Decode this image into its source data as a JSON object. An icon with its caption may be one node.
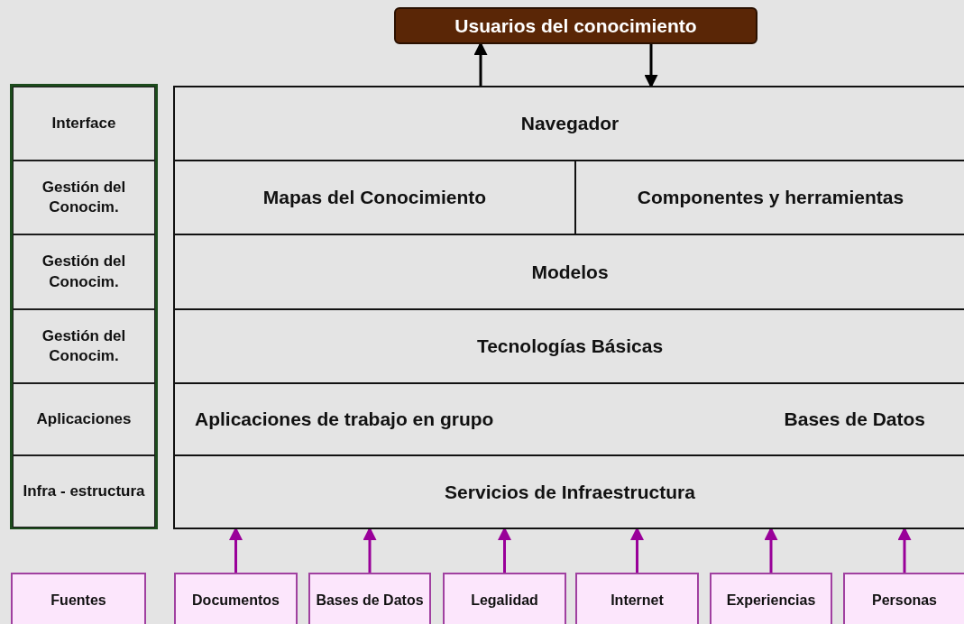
{
  "diagram": {
    "nodes": [
      {
        "text": [
          "Usuarios del conocimiento"
        ]
      },
      {
        "text": [
          "Interface"
        ]
      },
      {
        "text": [
          "Gestión del Conocim."
        ]
      },
      {
        "text": [
          "Gestión del Conocim."
        ]
      },
      {
        "text": [
          "Gestión del Conocim."
        ]
      },
      {
        "text": [
          "Aplicaciones"
        ]
      },
      {
        "text": [
          "Infra - estructura"
        ]
      },
      {
        "text": [
          "Navegador"
        ]
      },
      {
        "text": [
          "Mapas del Conocimiento"
        ]
      },
      {
        "text": [
          "Componentes y herramientas"
        ]
      },
      {
        "text": [
          "Modelos"
        ]
      },
      {
        "text": [
          "Tecnologías Básicas"
        ]
      },
      {
        "text": [
          "Aplicaciones de trabajo en grupo",
          "Bases de Datos"
        ]
      },
      {
        "text": [
          "Servicios de Infraestructura"
        ]
      },
      {
        "text": [
          "Fuentes"
        ]
      },
      {
        "text": [
          "Documentos"
        ]
      },
      {
        "text": [
          "Bases de Datos"
        ]
      },
      {
        "text": [
          "Legalidad"
        ]
      },
      {
        "text": [
          "Internet"
        ]
      },
      {
        "text": [
          "Experiencias"
        ]
      },
      {
        "text": [
          "Personas"
        ]
      }
    ],
    "edges": [
      {
        "from": 7,
        "to": 0,
        "arrow": "to",
        "color": "#000000"
      },
      {
        "from": 0,
        "to": 7,
        "arrow": "to",
        "color": "#000000"
      },
      {
        "from": 15,
        "to": 13,
        "arrow": "to"
      },
      {
        "from": 16,
        "to": 13,
        "arrow": "to"
      },
      {
        "from": 17,
        "to": 13,
        "arrow": "to"
      },
      {
        "from": 18,
        "to": 13,
        "arrow": "to"
      },
      {
        "from": 19,
        "to": 13,
        "arrow": "to"
      },
      {
        "from": 20,
        "to": 13,
        "arrow": "to"
      }
    ]
  }
}
